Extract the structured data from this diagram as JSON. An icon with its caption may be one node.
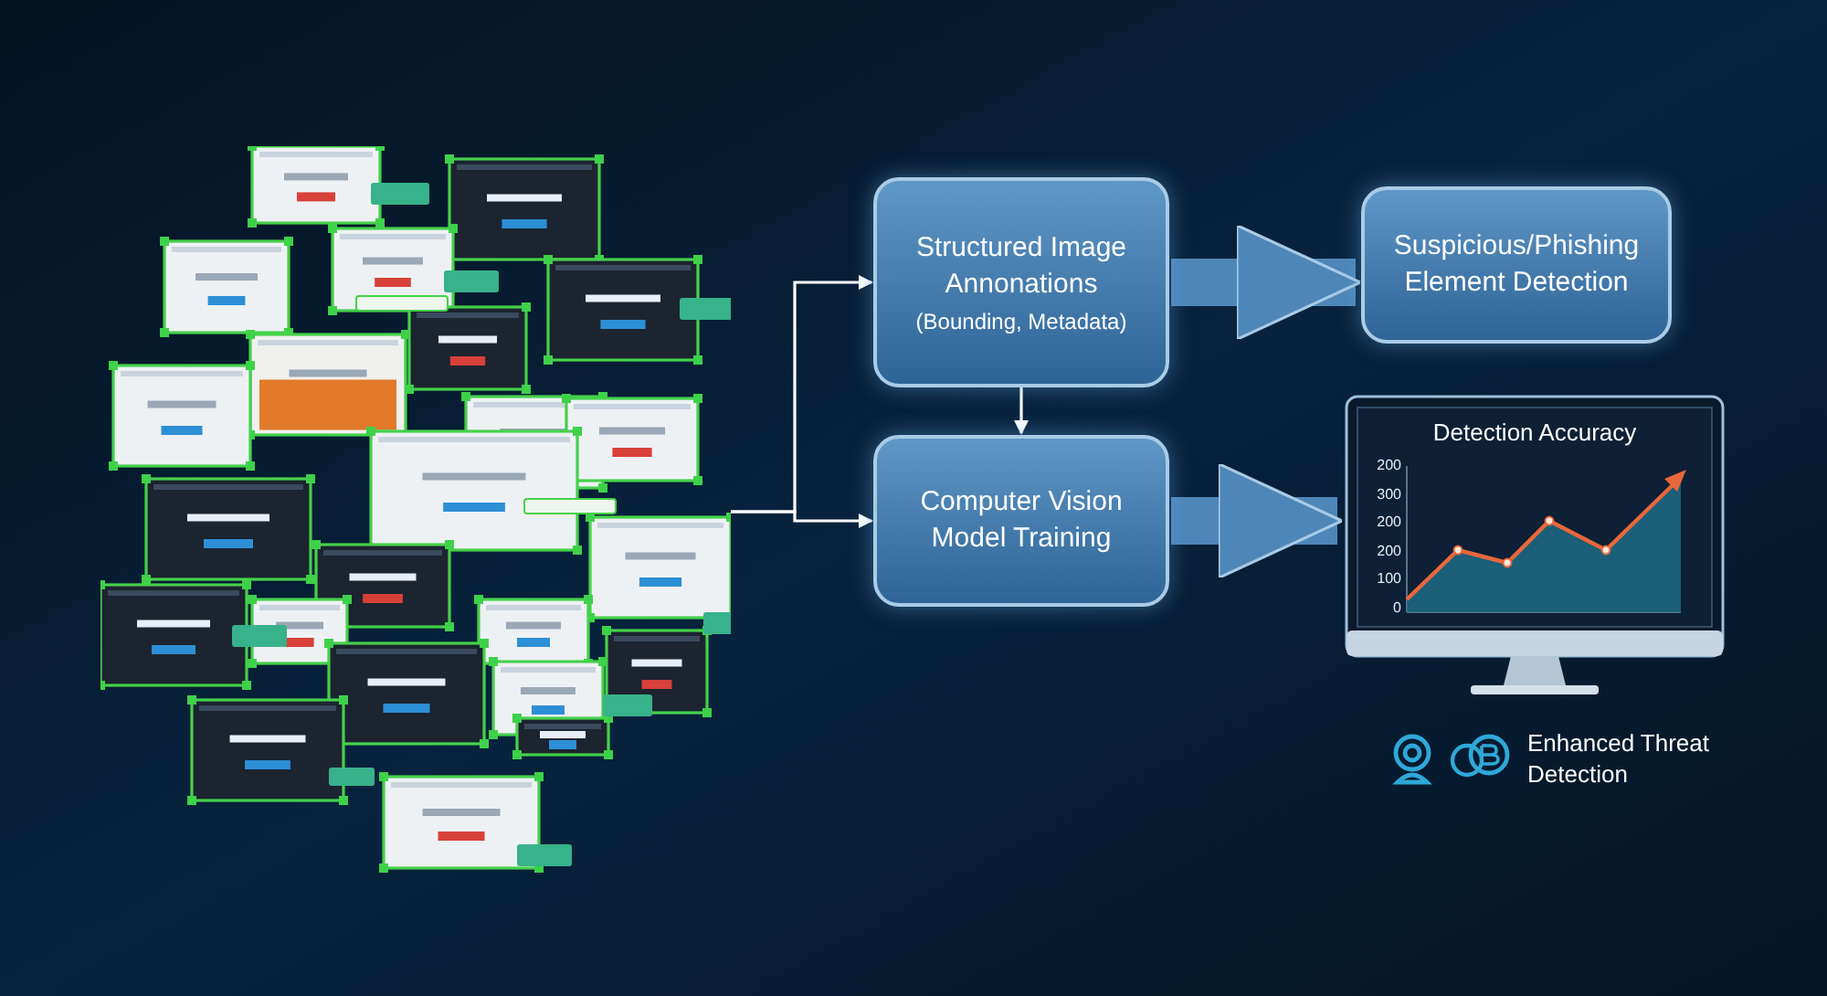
{
  "diagram": {
    "nodes": [
      {
        "text": [],
        "shape": "picture"
      },
      {
        "text": [
          "Structured Image Annonations",
          "(Bounding, Metadata)"
        ]
      },
      {
        "text": [
          "Suspicious/Phishing Element Detection"
        ]
      },
      {
        "text": [
          "Computer Vision Model Training"
        ]
      },
      {
        "text": [
          "Detection Accuracy"
        ]
      }
    ],
    "edges": [
      {
        "from": 0,
        "to": 1,
        "arrow": "to"
      },
      {
        "from": 0,
        "to": 3,
        "arrow": "to"
      },
      {
        "from": 1,
        "to": 3,
        "arrow": "to"
      },
      {
        "from": 1,
        "to": 2,
        "arrow": "to",
        "style": "thick",
        "color": "#4f86b8"
      },
      {
        "from": 3,
        "to": 4,
        "arrow": "to",
        "style": "thick",
        "color": "#4f86b8"
      }
    ],
    "labels": [
      "200",
      "300",
      "200",
      "200",
      "100",
      "0",
      "Enhanced Threat Detection"
    ]
  }
}
